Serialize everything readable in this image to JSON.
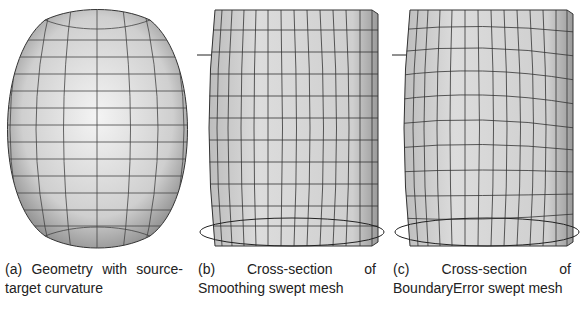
{
  "diagram": {
    "labels": [
      "(a) Geometry with source-target curvature",
      "(b) Cross-section of Smoothing swept mesh",
      "(c) Cross-section of BoundaryError swept mesh"
    ]
  }
}
